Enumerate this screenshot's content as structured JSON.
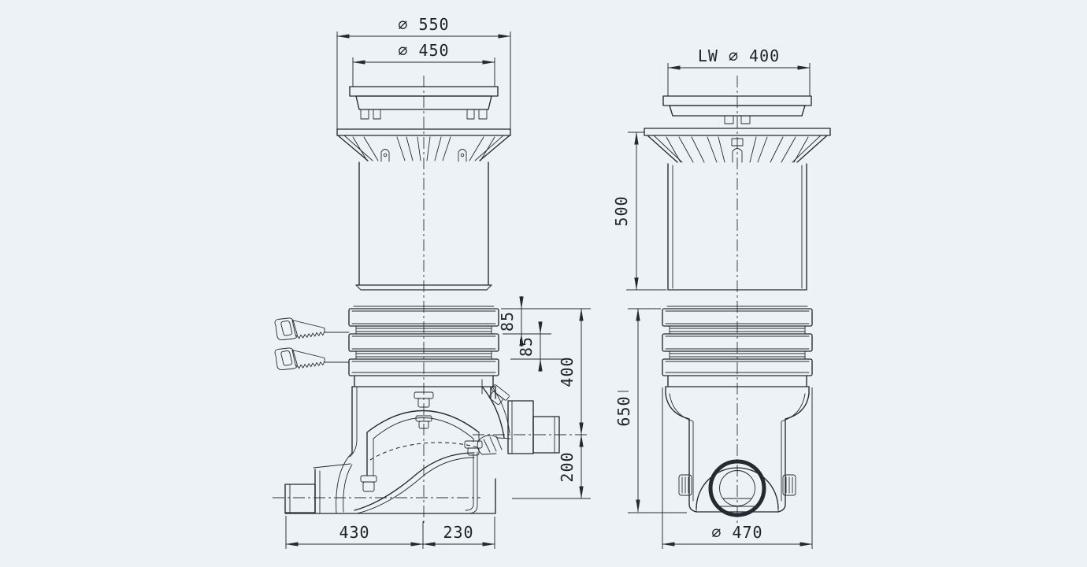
{
  "colors": {
    "background": "#edf2f6",
    "line": "#242a31"
  },
  "views": {
    "side": {
      "dims": {
        "outer_dia": "∅ 550",
        "cover_dia": "∅ 450",
        "rib_pitch_a": "85",
        "rib_pitch_b": "85",
        "riser_height": "400",
        "outlet_to_base": "200",
        "base_left": "430",
        "base_right": "230"
      }
    },
    "front": {
      "dims": {
        "clear_width": "LW ∅ 400",
        "telescope_height": "500",
        "body_height": "650",
        "base_dia": "∅ 470"
      }
    }
  },
  "icons": {
    "saw": "handsaw-cut-marker"
  }
}
